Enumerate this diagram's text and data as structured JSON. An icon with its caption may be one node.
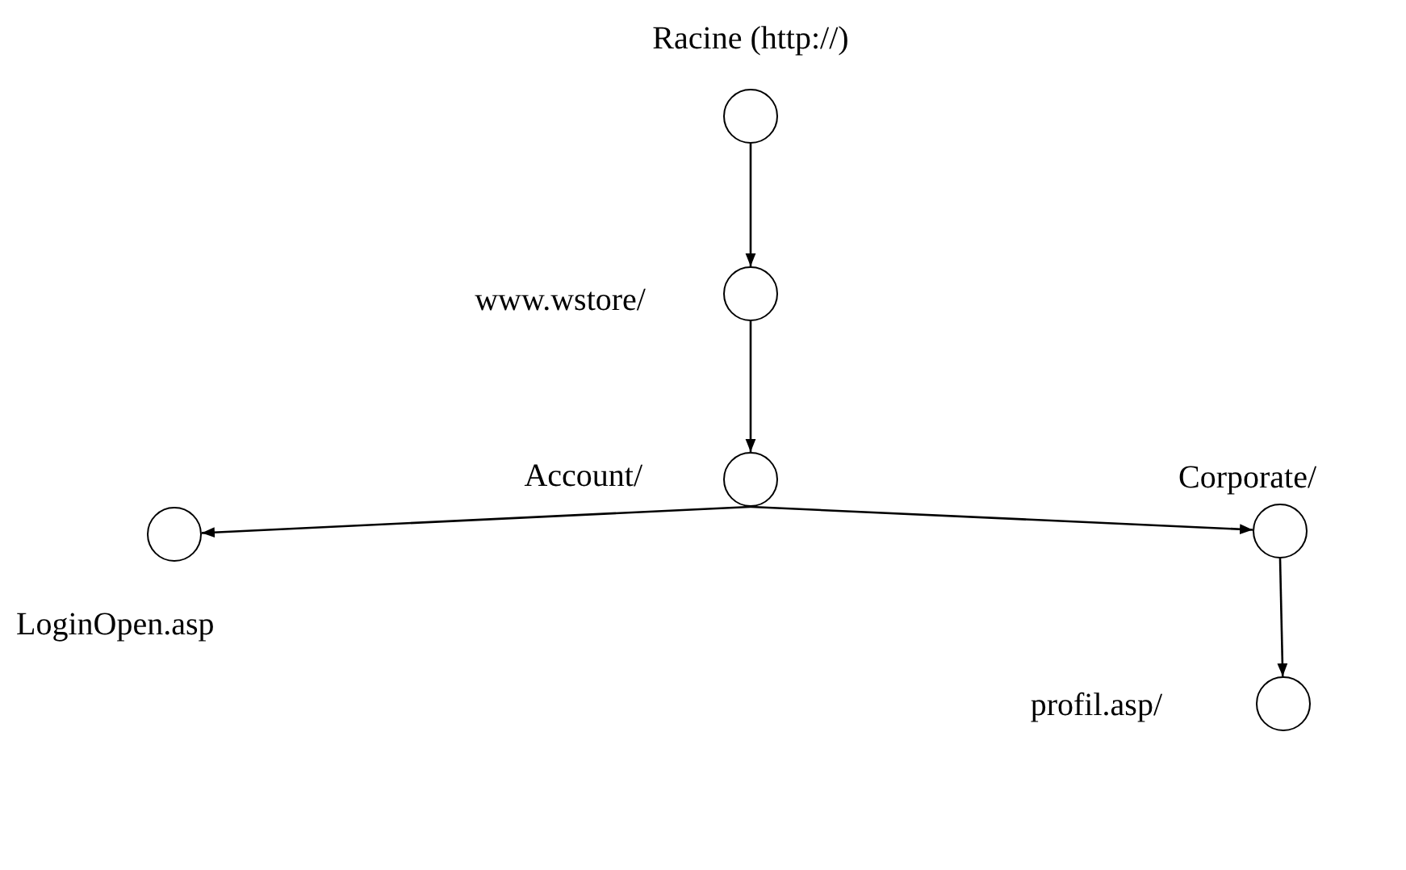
{
  "diagram": {
    "nodes": [
      {
        "text": [],
        "shape": "circle",
        "beside": [
          "Racine (http://)"
        ]
      },
      {
        "text": [],
        "shape": "circle",
        "beside": [
          "www.wstore/"
        ]
      },
      {
        "text": [],
        "shape": "circle",
        "beside": [
          "Account/"
        ]
      },
      {
        "text": [],
        "shape": "circle",
        "beside": [
          "LoginOpen.asp"
        ]
      },
      {
        "text": [],
        "shape": "circle",
        "beside": [
          "Corporate/"
        ]
      },
      {
        "text": [],
        "shape": "circle",
        "beside": [
          "profil.asp/"
        ]
      }
    ],
    "edges": [
      {
        "from": 0,
        "to": 1,
        "arrow": "to"
      },
      {
        "from": 1,
        "to": 2,
        "arrow": "to"
      },
      {
        "from": 2,
        "to": 3,
        "arrow": "to"
      },
      {
        "from": 2,
        "to": 4,
        "arrow": "to"
      },
      {
        "from": 4,
        "to": 5,
        "arrow": "to"
      }
    ]
  }
}
